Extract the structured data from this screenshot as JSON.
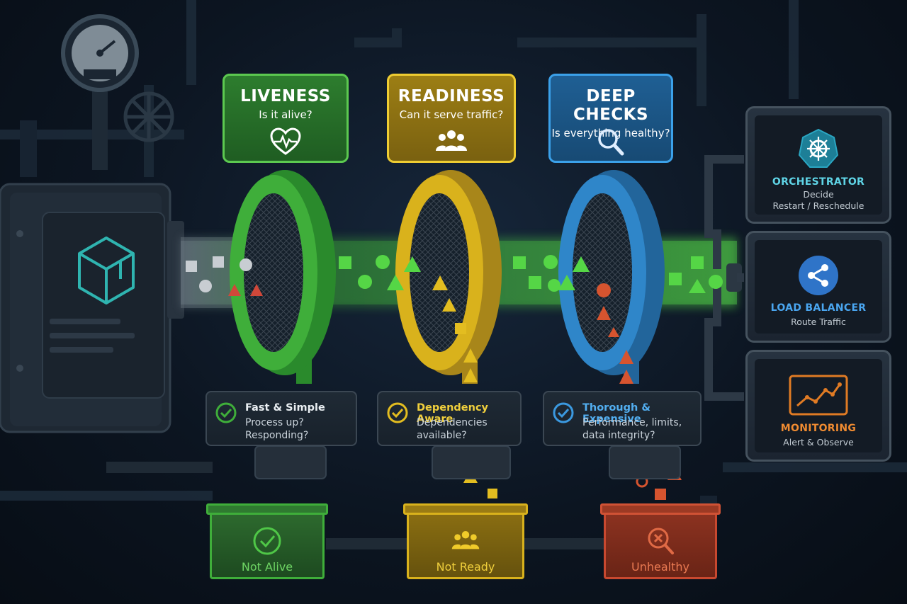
{
  "colors": {
    "liveness": "#3fae3a",
    "readiness": "#d9b21c",
    "deep": "#2f86c9",
    "unhealthy": "#c8482f",
    "monitor": "#e07b24"
  },
  "stages": [
    {
      "title": "LIVENESS",
      "subtitle": "Is it alive?",
      "icon": "heartbeat-icon"
    },
    {
      "title": "READINESS",
      "subtitle": "Can it serve traffic?",
      "icon": "users-icon"
    },
    {
      "title": "DEEP CHECKS",
      "subtitle": "Is everything healthy?",
      "icon": "magnifier-icon"
    }
  ],
  "info": [
    {
      "title": "Fast & Simple",
      "desc": "Process up?\nResponding?"
    },
    {
      "title": "Dependency Aware",
      "desc": "Dependencies\navailable?"
    },
    {
      "title": "Thorough & Expensive",
      "desc": "Performance, limits,\ndata integrity?"
    }
  ],
  "bins": [
    {
      "label": "Not Alive",
      "icon": "check-circle-icon"
    },
    {
      "label": "Not Ready",
      "icon": "users-icon"
    },
    {
      "label": "Unhealthy",
      "icon": "magnifier-x-icon"
    }
  ],
  "consumers": [
    {
      "title": "ORCHESTRATOR",
      "sub": "Decide\nRestart / Reschedule",
      "icon": "helm-wheel-icon"
    },
    {
      "title": "LOAD BALANCER",
      "sub": "Route Traffic",
      "icon": "share-icon"
    },
    {
      "title": "MONITORING",
      "sub": "Alert & Observe",
      "icon": "trend-chart-icon"
    }
  ]
}
